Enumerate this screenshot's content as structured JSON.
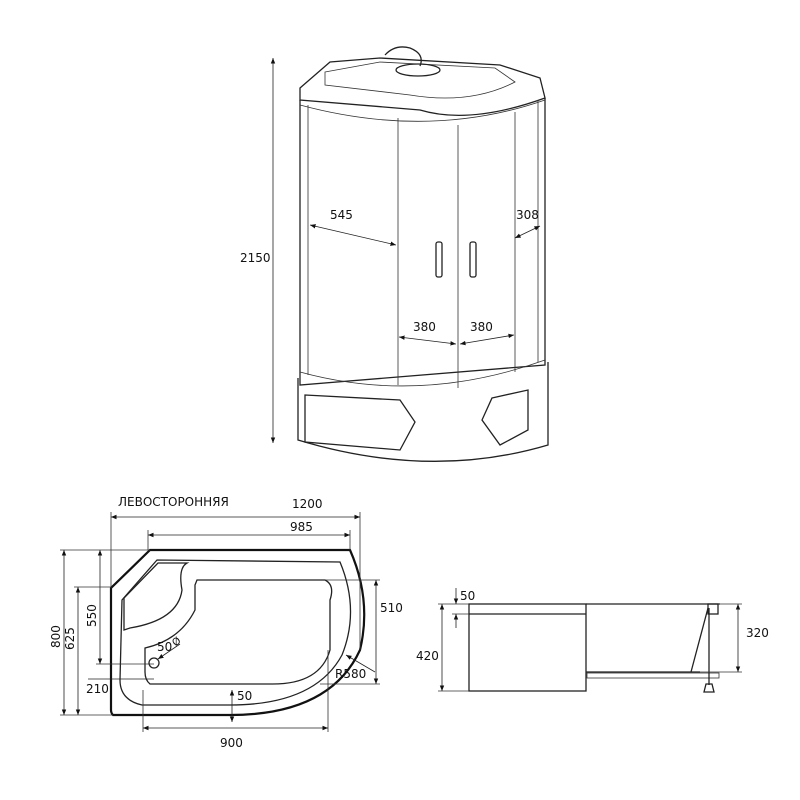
{
  "front_view": {
    "height": "2150",
    "side_panel_width": "545",
    "side_right_width": "308",
    "door_left": "380",
    "door_right": "380"
  },
  "plan_view": {
    "title": "ЛЕВОСТОРОННЯЯ",
    "overall_width": "1200",
    "top_edge": "985",
    "overall_depth": "800",
    "depth_625": "625",
    "depth_550": "550",
    "drain_offset": "210",
    "drain_diameter": "50",
    "diameter_symbol": "Ø",
    "rim_50": "50",
    "bottom_width": "900",
    "depth_510": "510",
    "radius": "R580"
  },
  "side_view": {
    "total_height": "420",
    "rim_thickness": "50",
    "tray_depth": "320"
  }
}
